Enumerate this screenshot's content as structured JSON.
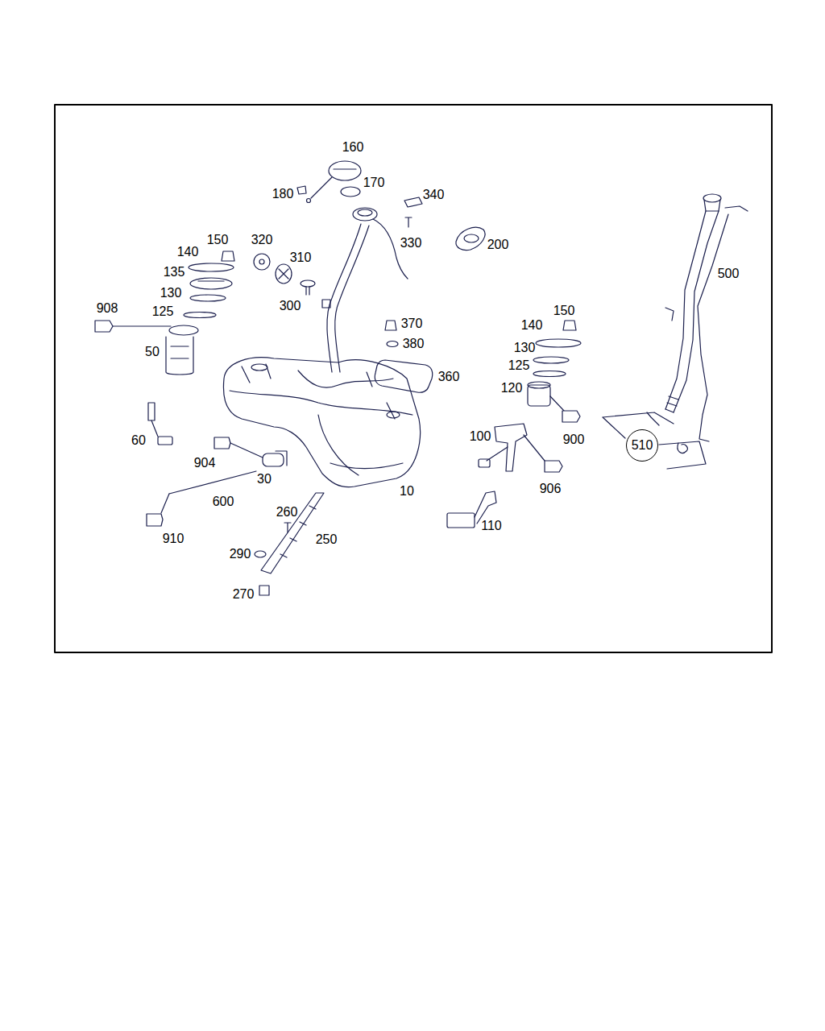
{
  "diagram": {
    "nodes": [
      {
        "text": [
          "510"
        ]
      }
    ],
    "labels": [
      "160",
      "180",
      "170",
      "340",
      "330",
      "200",
      "500",
      "150",
      "320",
      "140",
      "310",
      "135",
      "300",
      "130",
      "908",
      "125",
      "370",
      "150",
      "380",
      "140",
      "50",
      "130",
      "360",
      "125",
      "120",
      "60",
      "100",
      "900",
      "904",
      "30",
      "906",
      "600",
      "10",
      "260",
      "110",
      "250",
      "910",
      "290",
      "270"
    ]
  }
}
